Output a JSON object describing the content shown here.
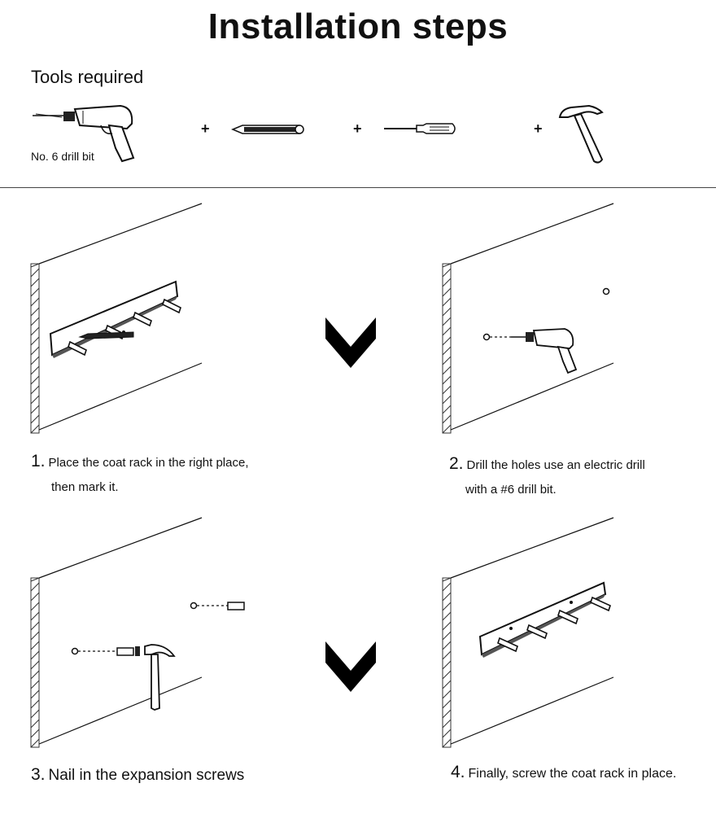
{
  "page": {
    "title": "Installation steps"
  },
  "tools": {
    "heading": "Tools required",
    "drill_caption": "No. 6 drill bit",
    "plus": "+",
    "items": [
      "electric-drill-icon",
      "pencil-icon",
      "screwdriver-icon",
      "hammer-icon"
    ]
  },
  "steps": [
    {
      "number": "1.",
      "line1": "Place the coat rack in the right place,",
      "line2": "then mark it."
    },
    {
      "number": "2.",
      "line1": "Drill the holes use an electric drill",
      "line2": "with a #6 drill bit."
    },
    {
      "number": "3.",
      "line1": "Nail in the expansion screws",
      "line2": ""
    },
    {
      "number": "4.",
      "line1": "Finally, screw the coat rack in place.",
      "line2": ""
    }
  ],
  "colors": {
    "ink": "#111111",
    "hatch": "#333333",
    "arrow": "#000000"
  }
}
